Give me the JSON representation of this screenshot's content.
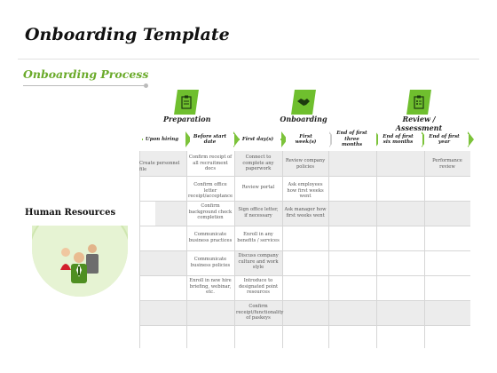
{
  "title": "Onboarding Template",
  "subtitle": "Onboarding Process",
  "phases": [
    {
      "label": "Preparation",
      "icon": "clipboard-icon"
    },
    {
      "label": "Onboarding",
      "icon": "handshake-icon"
    },
    {
      "label": "Review / Assessment",
      "icon": "checklist-icon"
    }
  ],
  "steps": [
    {
      "label": "Upon hiring"
    },
    {
      "label": "Before start date"
    },
    {
      "label": "First day(s)"
    },
    {
      "label": "First week(s)"
    },
    {
      "label": "End of first three months"
    },
    {
      "label": "End of first six months"
    },
    {
      "label": "End of first year"
    }
  ],
  "section": {
    "label": "Human Resources",
    "icon": "team-icon"
  },
  "cells": {
    "c0": "Create personnel file",
    "c1": "Confirm receipt of all recruitment docs",
    "c2": "Connect to complete any paperwork",
    "c3": "Review company policies",
    "c4": "Performance review",
    "c5": "Confirm office letter receipt/acceptance",
    "c6": "Review portal",
    "c7": "Ask employees how first weeks went",
    "c8": "Confirm background check completion",
    "c9": "Sign office letter, if necessary",
    "c10": "Ask manager how first weeks went",
    "c11": "Communicate business practices",
    "c12": "Enroll in any benefits / services",
    "c13": "Communicate business policies",
    "c14": "Discuss company culture and work style",
    "c15": "Enroll in new hire briefing, webinar, etc.",
    "c16": "Introduce to designated point resources",
    "c17": "Confirm receipt/functionality of paskeys"
  },
  "colors": {
    "accent": "#7cc33a",
    "subtitle": "#6aaa2a",
    "shade": "#ececec"
  }
}
